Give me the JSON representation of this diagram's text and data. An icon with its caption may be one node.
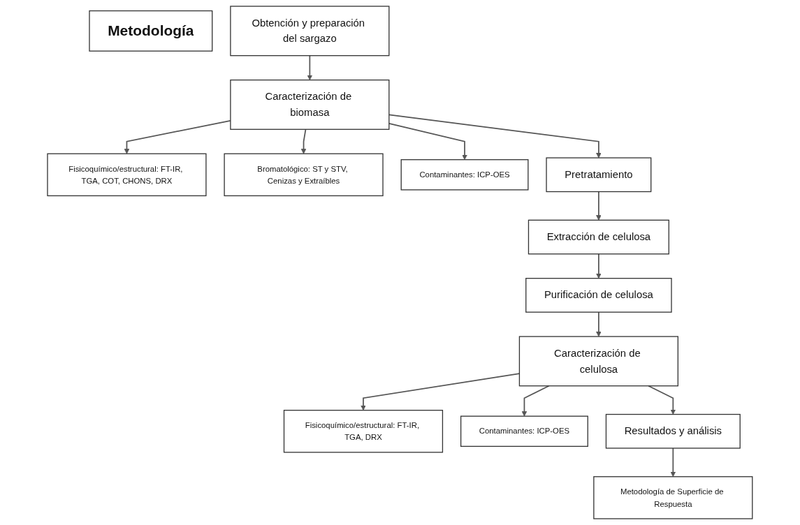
{
  "diagram": {
    "nodes": [
      {
        "text": [
          "Metodología"
        ]
      },
      {
        "text": [
          "Obtención y preparación del sargazo"
        ]
      },
      {
        "text": [
          "Fisicoquímico/estructural: FT-IR, TGA, COT, CHONS, DRX"
        ]
      },
      {
        "text": [
          "Caracterización de biomasa"
        ]
      },
      {
        "text": [
          "Bromatológico: ST y STV, Cenizas y Extraíbles"
        ]
      },
      {
        "text": [
          "Contaminantes: ICP-OES"
        ]
      },
      {
        "text": [
          "Pretratamiento"
        ]
      },
      {
        "text": [
          "Extracción de celulosa"
        ]
      },
      {
        "text": [
          "Purificación de celulosa"
        ]
      },
      {
        "text": [
          "Fisicoquímico/estructural: FT-IR, TGA, DRX"
        ]
      },
      {
        "text": [
          "Caracterización de celulosa"
        ]
      },
      {
        "text": [
          "Contaminantes: ICP-OES"
        ]
      },
      {
        "text": [
          "Metodología de Superficie de Respuesta"
        ]
      },
      {
        "text": [
          "Resultados y análisis"
        ]
      }
    ],
    "edges": [
      {
        "from": 1,
        "to": 3,
        "arrow": "to"
      },
      {
        "from": 3,
        "to": 2,
        "arrow": "to"
      },
      {
        "from": 3,
        "to": 4,
        "arrow": "to"
      },
      {
        "from": 3,
        "to": 5,
        "arrow": "to"
      },
      {
        "from": 3,
        "to": 6,
        "arrow": "to"
      },
      {
        "from": 6,
        "to": 7,
        "arrow": "to"
      },
      {
        "from": 7,
        "to": 8,
        "arrow": "to"
      },
      {
        "from": 8,
        "to": 10,
        "arrow": "to"
      },
      {
        "from": 10,
        "to": 9,
        "arrow": "to"
      },
      {
        "from": 10,
        "to": 11,
        "arrow": "to"
      },
      {
        "from": 10,
        "to": 13,
        "arrow": "to"
      },
      {
        "from": 13,
        "to": 12,
        "arrow": "to"
      }
    ]
  }
}
